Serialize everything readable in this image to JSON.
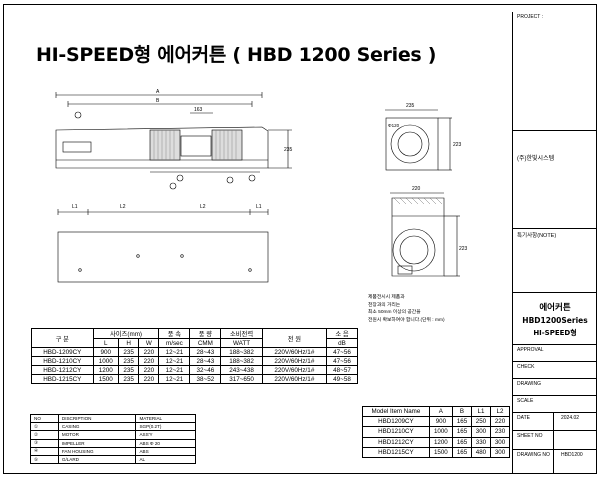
{
  "title": "HI-SPEED형 에어커튼 ( HBD 1200 Series )",
  "title_block": {
    "project": "PROJECT :",
    "company": "(주)한빛시스템",
    "note": "특기사항(NOTE)",
    "product": "에어커튼",
    "series": "HBD1200Series",
    "type": "HI-SPEED형",
    "rows": [
      {
        "label": "APPROVAL",
        "value": ""
      },
      {
        "label": "CHECK",
        "value": ""
      },
      {
        "label": "DRAWING",
        "value": ""
      },
      {
        "label": "SCALE",
        "value": ""
      },
      {
        "label": "DATE",
        "value": "2024.02"
      },
      {
        "label": "SHEET NO",
        "value": ""
      },
      {
        "label": "DRAWING NO",
        "value": "HBD1200"
      }
    ]
  },
  "drawing": {
    "dim_a": "A",
    "dim_b": "B",
    "dim_235": "235",
    "dim_220": "220",
    "dim_163": "163",
    "dim_235_side": "235",
    "dim_223": "223",
    "dim_220_bottom": "220",
    "dim_223_bottom": "223",
    "dia": "Φ120",
    "l1": "L1",
    "l2": "L2",
    "callouts": [
      "①",
      "②",
      "③",
      "④",
      "⑤"
    ]
  },
  "spec_table": {
    "header": {
      "model": "구 분",
      "size": "사이즈(mm)",
      "wind": "풍 속",
      "air": "풍 량",
      "power": "소비전력",
      "source": "전 원",
      "noise": "소 음"
    },
    "subheader": [
      "L",
      "H",
      "W",
      "m/sec",
      "CMM",
      "WATT",
      "dB"
    ],
    "rows": [
      [
        "HBD-1209CY",
        "900",
        "235",
        "220",
        "12~21",
        "28~43",
        "188~382",
        "220V/60Hz/1#",
        "47~56"
      ],
      [
        "HBD-1210CY",
        "1000",
        "235",
        "220",
        "12~21",
        "28~43",
        "188~382",
        "220V/60Hz/1#",
        "47~56"
      ],
      [
        "HBD-1212CY",
        "1200",
        "235",
        "220",
        "12~21",
        "32~46",
        "243~438",
        "220V/60Hz/1#",
        "48~57"
      ],
      [
        "HBD-1215CY",
        "1500",
        "235",
        "220",
        "12~21",
        "38~52",
        "317~650",
        "220V/60Hz/1#",
        "49~58"
      ]
    ]
  },
  "material_table": {
    "header": [
      "NO",
      "DISCRIPTION",
      "MATERIAL"
    ],
    "rows": [
      [
        "①",
        "CASING",
        "SGP(0.2T)"
      ],
      [
        "②",
        "MOTOR",
        "ASS'Y"
      ],
      [
        "③",
        "IMPELLER",
        "ABS Φ 20"
      ],
      [
        "④",
        "FAN HOUSING",
        "ABS"
      ],
      [
        "⑤",
        "G/LARD",
        "AL"
      ]
    ]
  },
  "model_table": {
    "header": [
      "Model Item Name",
      "A",
      "B",
      "L1",
      "L2"
    ],
    "rows": [
      [
        "HBD1209CY",
        "900",
        "165",
        "250",
        "220"
      ],
      [
        "HBD1210CY",
        "1000",
        "165",
        "300",
        "230"
      ],
      [
        "HBD1212CY",
        "1200",
        "165",
        "330",
        "300"
      ],
      [
        "HBD1215CY",
        "1500",
        "165",
        "480",
        "300"
      ]
    ]
  },
  "notes": [
    "제품전시시 제품과",
    "천장과의 거리는",
    "최소 50mm 이상의 공간을",
    "전원시 확보하여야 합니다.(단위 : mm)"
  ]
}
